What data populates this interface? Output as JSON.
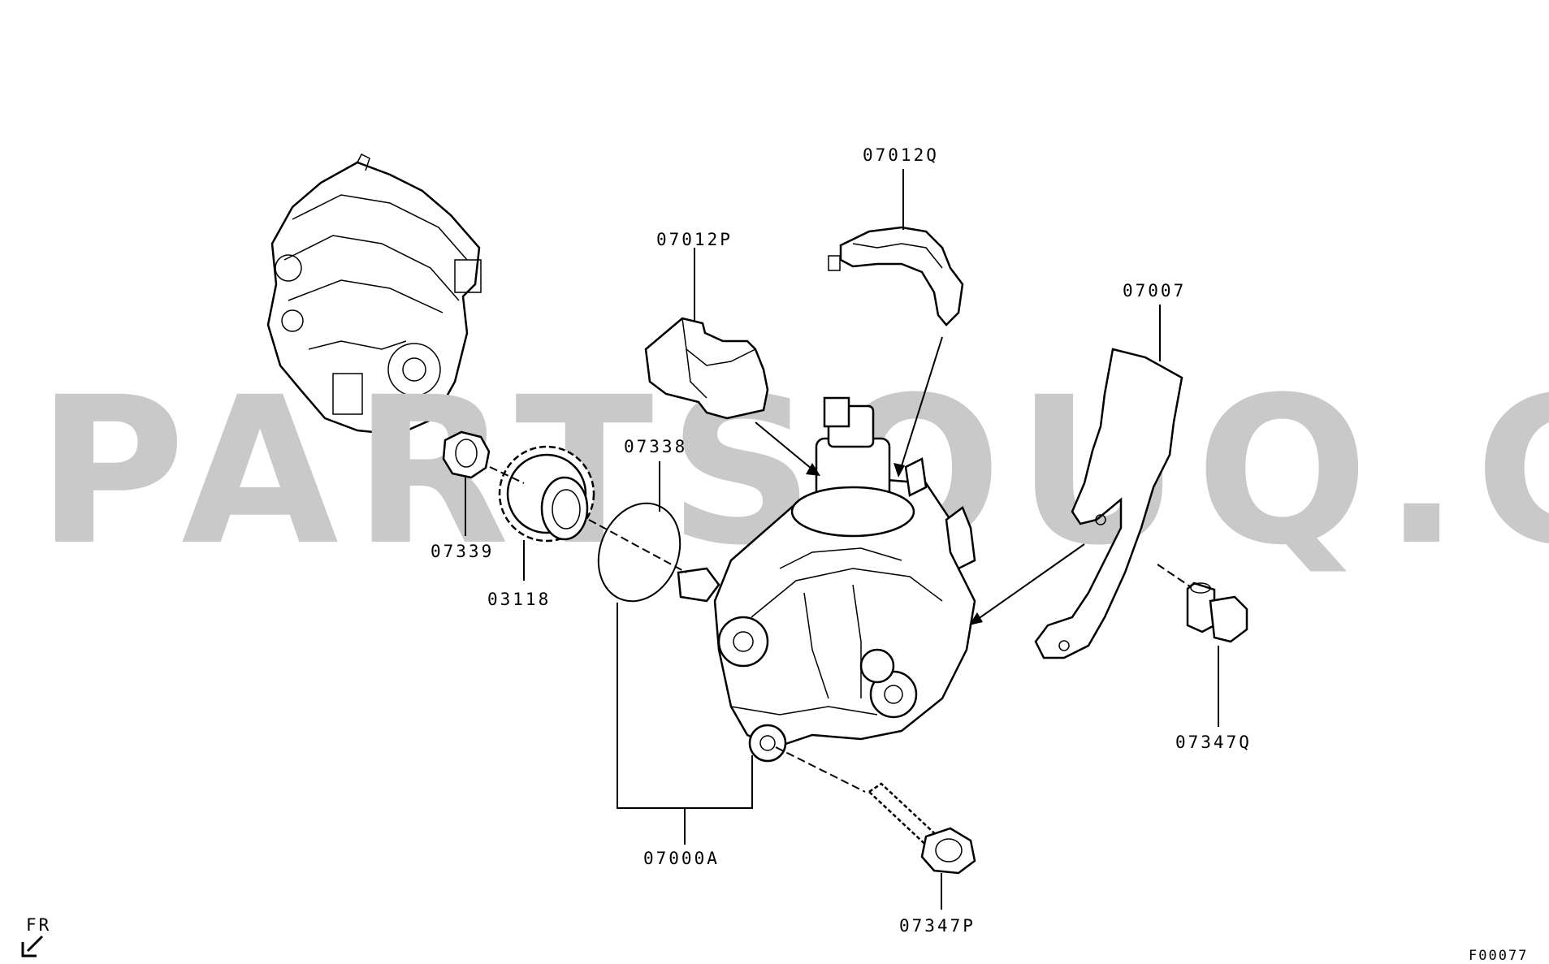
{
  "watermark": "PARTSOUQ.COM",
  "figure_code": "F00077",
  "direction_label": "FR",
  "callouts": {
    "c07012q": "07012Q",
    "c07012p": "07012P",
    "c07007": "07007",
    "c07338": "07338",
    "c07339": "07339",
    "c03118": "03118",
    "c07347q": "07347Q",
    "c07000a": "07000A",
    "c07347p": "07347P"
  }
}
